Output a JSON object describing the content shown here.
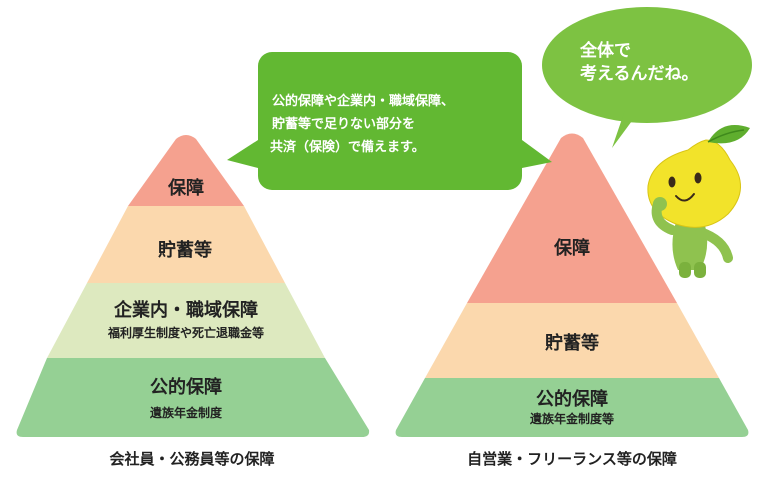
{
  "left_pyramid": {
    "layers": [
      {
        "main": "保障"
      },
      {
        "main": "貯蓄等"
      },
      {
        "main": "企業内・職域保障",
        "sub": "福利厚生制度や死亡退職金等"
      },
      {
        "main": "公的保障",
        "sub": "遺族年金制度"
      }
    ],
    "caption": "会社員・公務員等の保障"
  },
  "right_pyramid": {
    "layers": [
      {
        "main": "保障"
      },
      {
        "main": "貯蓄等"
      },
      {
        "main": "公的保障",
        "sub": "遺族年金制度等"
      }
    ],
    "caption": "自営業・フリーランス等の保障"
  },
  "explanation_bubble": {
    "lines": [
      "公的保障や企業内・職域保障、",
      "貯蓄等で足りない部分を",
      "共済（保険）で備えます。"
    ]
  },
  "character_speech": {
    "lines": [
      "全体で",
      "考えるんだね。"
    ]
  },
  "colors": {
    "protection": "#f5a18f",
    "savings": "#fbd8ad",
    "corporate": "#dde9bf",
    "public": "#95d094",
    "bubble_green": "#62b832",
    "speech_green": "#7dc242"
  },
  "mascot": {
    "icon": "lemon-mascot-icon"
  }
}
